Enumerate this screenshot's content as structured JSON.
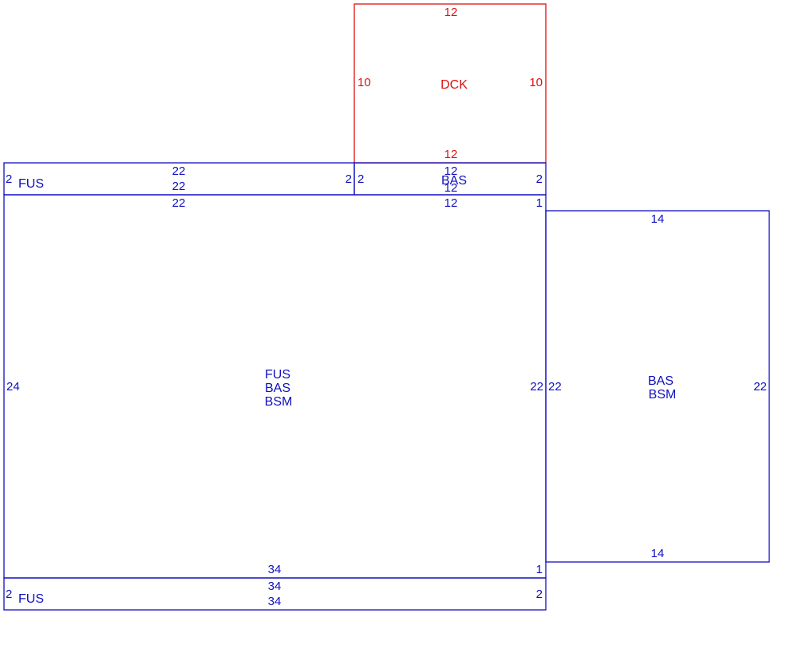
{
  "colors": {
    "main": "#1010c0",
    "deck": "#dd1111"
  },
  "areas": {
    "deck": {
      "label": "DCK",
      "top": "12",
      "bottom": "12",
      "left": "10",
      "right": "10"
    },
    "upper_left_strip": {
      "label": "FUS",
      "left": "2",
      "right": "2",
      "top": "22",
      "bottom": "22"
    },
    "upper_right_strip": {
      "label": "BAS",
      "left": "2",
      "right": "2",
      "top": "12",
      "bottom": "12"
    },
    "main": {
      "label_lines": [
        "FUS",
        "BAS",
        "BSM"
      ],
      "top_left": "22",
      "top_right": "12",
      "left": "24",
      "right": "22",
      "bottom": "34",
      "top_corner": "1",
      "bottom_corner": "1"
    },
    "right_wing": {
      "label_lines": [
        "BAS",
        "BSM"
      ],
      "top": "14",
      "bottom": "14",
      "left": "22",
      "right": "22"
    },
    "lower_strip": {
      "label": "FUS",
      "left": "2",
      "right": "2",
      "top": "34",
      "bottom": "34"
    }
  }
}
